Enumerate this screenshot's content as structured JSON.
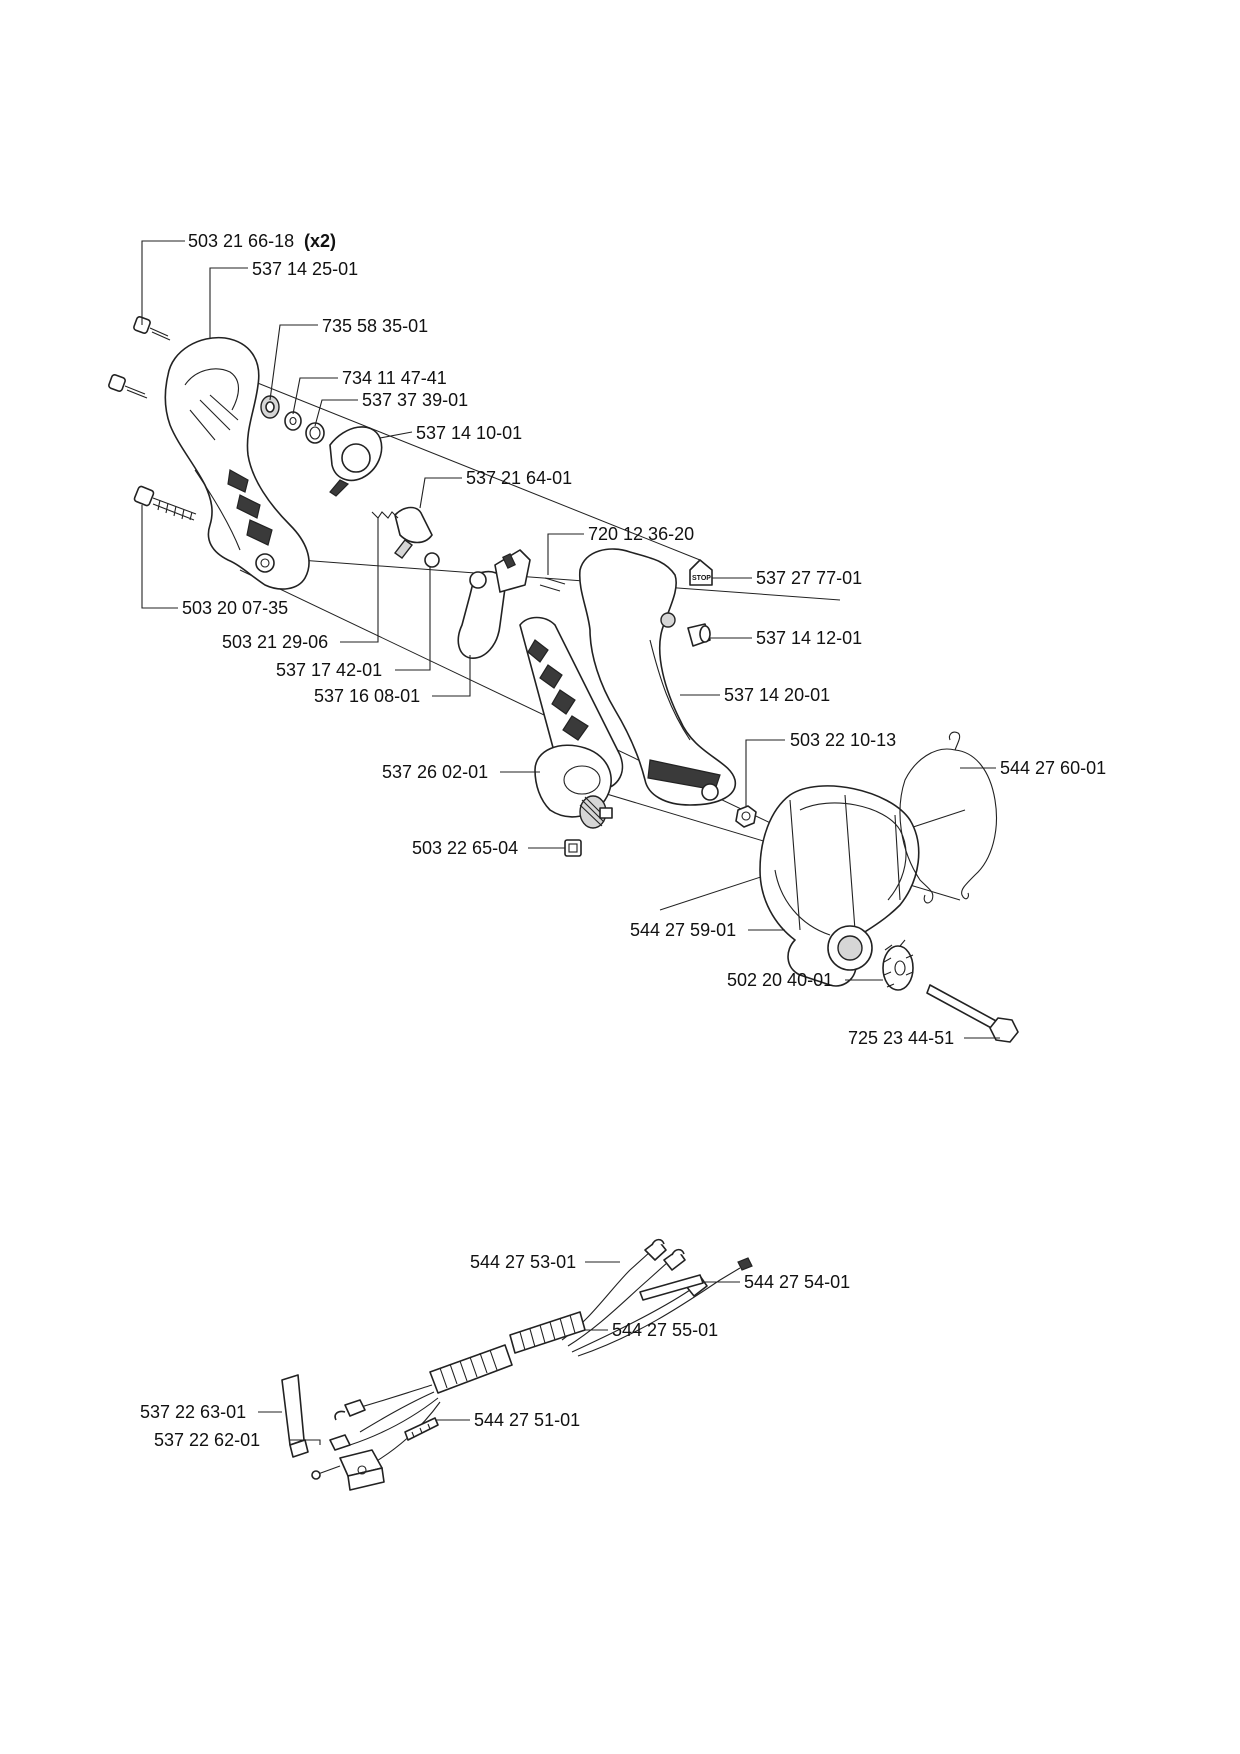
{
  "labels": {
    "p503_21_66_18": "503 21 66-18",
    "p503_21_66_18_qty": "(x2)",
    "p537_14_25_01": "537 14 25-01",
    "p735_58_35_01": "735 58 35-01",
    "p734_11_47_41": "734 11 47-41",
    "p537_37_39_01": "537 37 39-01",
    "p537_14_10_01": "537 14 10-01",
    "p537_21_64_01": "537 21 64-01",
    "p720_12_36_20": "720 12 36-20",
    "p537_27_77_01": "537 27 77-01",
    "p503_20_07_35": "503 20 07-35",
    "p537_14_12_01": "537 14 12-01",
    "p503_21_29_06": "503 21 29-06",
    "p537_17_42_01": "537 17 42-01",
    "p537_14_20_01": "537 14 20-01",
    "p537_16_08_01": "537 16 08-01",
    "p503_22_10_13": "503 22 10-13",
    "p544_27_60_01": "544 27 60-01",
    "p537_26_02_01": "537 26 02-01",
    "p503_22_65_04": "503 22 65-04",
    "p544_27_59_01": "544 27 59-01",
    "p502_20_40_01": "502 20 40-01",
    "p725_23_44_51": "725 23 44-51",
    "p544_27_53_01": "544 27 53-01",
    "p544_27_54_01": "544 27 54-01",
    "p544_27_55_01": "544 27 55-01",
    "p537_22_63_01": "537 22 63-01",
    "p544_27_51_01": "544 27 51-01",
    "p537_22_62_01": "537 22 62-01"
  },
  "stop_label": "STOP"
}
